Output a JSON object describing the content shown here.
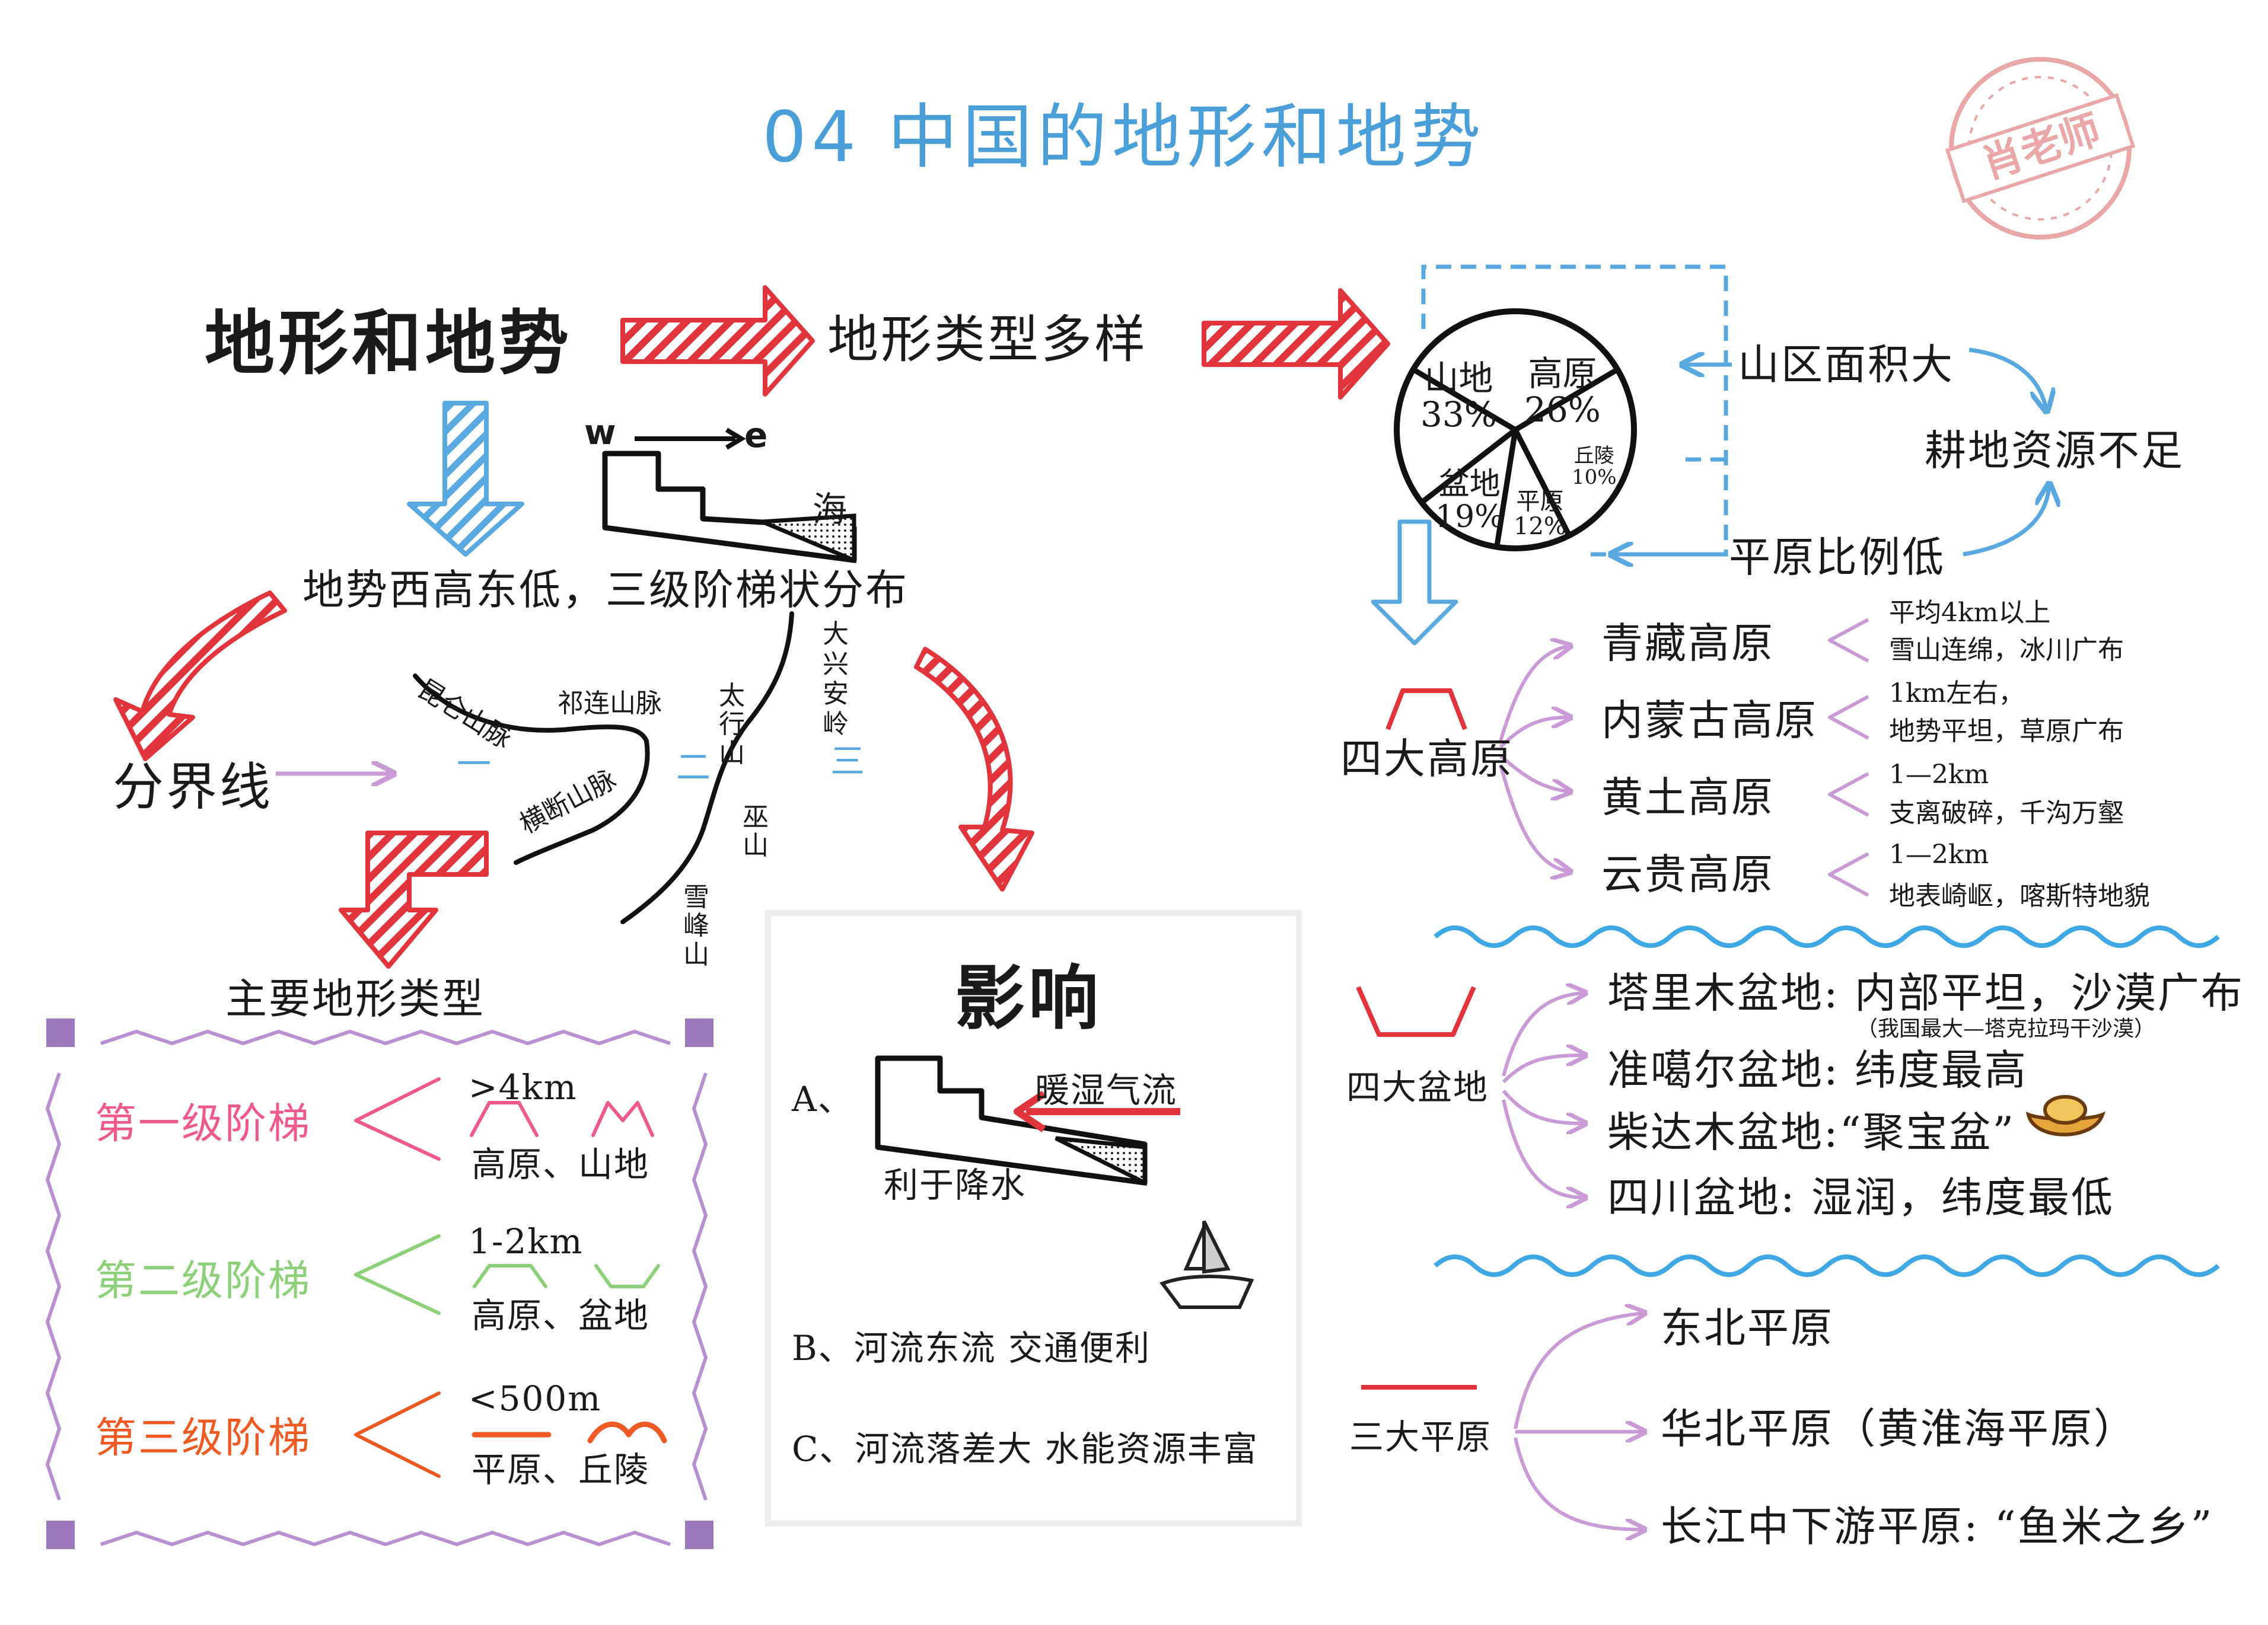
{
  "title": "04 中国的地形和地势",
  "stamp": "肖老师",
  "main_topic": "地形和地势",
  "types_topic": "地形类型多样",
  "trend_title": "地势西高东低，三级阶梯状分布",
  "diagram_labels": {
    "w": "w",
    "e": "e",
    "sea": "海"
  },
  "boundary": {
    "label": "分界线",
    "mountains": [
      "昆仑山脉",
      "祁连山脉",
      "横断山脉",
      "大兴安岭",
      "太行山",
      "巫山",
      "雪峰山"
    ],
    "steps": [
      "一",
      "二",
      "三"
    ]
  },
  "main_types": {
    "title": "主要地形类型",
    "levels": [
      {
        "name": "第一级阶梯",
        "height": ">4km",
        "terrain": "高原、山地",
        "color": "#ee5a8a"
      },
      {
        "name": "第二级阶梯",
        "height": "1-2km",
        "terrain": "高原、盆地",
        "color": "#8cd17a"
      },
      {
        "name": "第三级阶梯",
        "height": "<500m",
        "terrain": "平原、丘陵",
        "color": "#ee5a22"
      }
    ]
  },
  "impact": {
    "title": "影响",
    "a_label": "A、",
    "a_air": "暖湿气流",
    "a_result": "利于降水",
    "b": "B、河流东流  交通便利",
    "c": "C、河流落差大  水能资源丰富"
  },
  "chart_data": {
    "type": "pie",
    "slices": [
      {
        "name": "山地",
        "value": 33,
        "label": "33%"
      },
      {
        "name": "高原",
        "value": 26,
        "label": "26%"
      },
      {
        "name": "丘陵",
        "value": 10,
        "label": "10%"
      },
      {
        "name": "平原",
        "value": 12,
        "label": "12%"
      },
      {
        "name": "盆地",
        "value": 19,
        "label": "19%"
      }
    ]
  },
  "pie_notes": {
    "mountain_area": "山区面积大",
    "plain_ratio": "平原比例低",
    "farmland": "耕地资源不足"
  },
  "plateaus": {
    "title": "四大高原",
    "items": [
      {
        "name": "青藏高原",
        "d1": "平均4km以上",
        "d2": "雪山连绵，冰川广布"
      },
      {
        "name": "内蒙古高原",
        "d1": "1km左右，",
        "d2": "地势平坦，草原广布"
      },
      {
        "name": "黄土高原",
        "d1": "1—2km",
        "d2": "支离破碎，千沟万壑"
      },
      {
        "name": "云贵高原",
        "d1": "1—2km",
        "d2": "地表崎岖，喀斯特地貌"
      }
    ]
  },
  "basins": {
    "title": "四大盆地",
    "items": [
      {
        "text": "塔里木盆地: 内部平坦，沙漠广布",
        "note": "（我国最大—塔克拉玛干沙漠）"
      },
      {
        "text": "准噶尔盆地: 纬度最高"
      },
      {
        "text": "柴达木盆地:“聚宝盆”"
      },
      {
        "text": "四川盆地:  湿润，纬度最低"
      }
    ]
  },
  "plains": {
    "title": "三大平原",
    "items": [
      "东北平原",
      "华北平原（黄淮海平原）",
      "长江中下游平原:  “鱼米之乡”"
    ]
  },
  "colors": {
    "title": "#4a9fd8",
    "red": "#e2343b",
    "blue": "#5aa8e0",
    "purple": "#c99ad6",
    "wave": "#3fa8e4",
    "stamp": "#e9a7a7"
  }
}
